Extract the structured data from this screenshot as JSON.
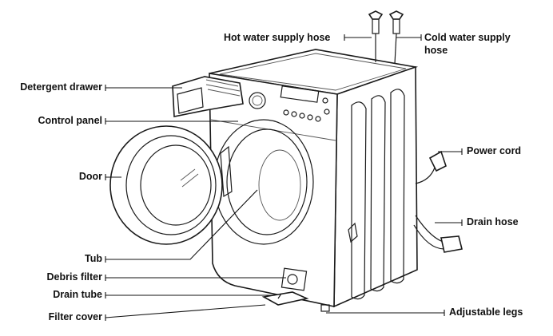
{
  "labels": {
    "hot_water": "Hot water supply hose",
    "cold_water_line1": "Cold water supply",
    "cold_water_line2": "hose",
    "detergent_drawer": "Detergent drawer",
    "control_panel": "Control panel",
    "door": "Door",
    "power_cord": "Power cord",
    "drain_hose": "Drain hose",
    "tub": "Tub",
    "debris_filter": "Debris filter",
    "drain_tube": "Drain tube",
    "filter_cover": "Filter cover",
    "adjustable_legs": "Adjustable legs"
  }
}
